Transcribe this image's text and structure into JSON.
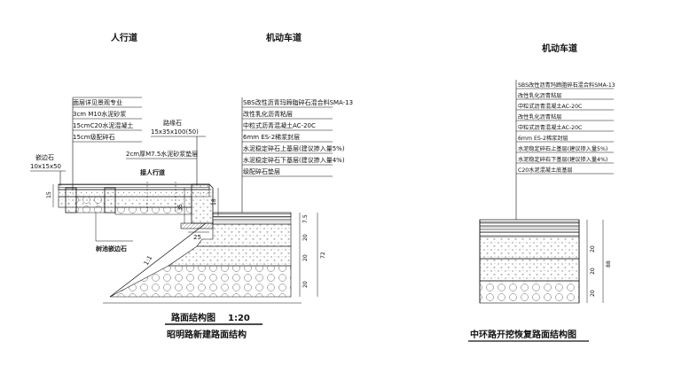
{
  "left": {
    "heading_sidewalk": "人行道",
    "heading_road": "机动车道",
    "sidewalk_layers": [
      "面层详见景观专业",
      "3cm M10水泥砂浆",
      "15cmC20水泥混凝土",
      "15cm级配碎石"
    ],
    "curb_small_label": "嵌边石",
    "curb_small_size": "10x15x50",
    "curb_label": "路缘石",
    "curb_size": "15x35x100(50)",
    "curb_bed": "2cm厚M7.5水泥砂浆垫层",
    "ramp_label": "接人行道",
    "tree_pit_label": "树池嵌边石",
    "slope_label": "1:1",
    "road_layers": [
      "SBS改性沥青玛蹄脂碎石混合料SMA-13",
      "改性乳化沥青粘层",
      "中粒式沥青混凝土AC-20C",
      "6mm ES-2稀浆封层",
      "水泥稳定碎石上基层(建议掺入量5%)",
      "水泥稳定碎石下基层(建议掺入量4%)",
      "级配碎石垫层"
    ],
    "dims": {
      "d15": "15",
      "d35": "35",
      "d18": "18",
      "d25": "25",
      "d72": "72",
      "d20a": "20",
      "d20b": "20",
      "d20c": "20",
      "d17": "7.5"
    },
    "title": "路面结构图",
    "scale": "1:20",
    "subtitle": "昭明路新建路面结构"
  },
  "right": {
    "heading_road": "机动车道",
    "road_layers": [
      "SBS改性沥青玛蹄脂碎石混合料SMA-13",
      "改性乳化沥青粘层",
      "中粒式沥青混凝土AC-20C",
      "改性乳化沥青粘层",
      "中粒式沥青混凝土AC-20C",
      "6mm ES-2稀浆封层",
      "水泥稳定碎石上基层(建议掺入量5%)",
      "水泥稳定碎石下基层(建议掺入量4%)",
      "C20水泥混凝土底基层"
    ],
    "dims": {
      "d20a": "20",
      "d20b": "20",
      "d20c": "20",
      "d88": "88"
    },
    "subtitle": "中环路开挖恢复路面结构图"
  }
}
